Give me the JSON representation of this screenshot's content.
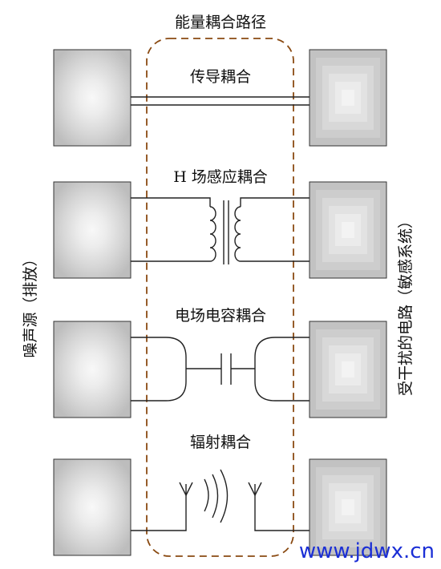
{
  "title": "能量耦合路径",
  "left_label": "噪声源（排放）",
  "right_label": "受干扰的电路（敏感系统）",
  "couplings": [
    {
      "label": "传导耦合",
      "icon": "conductor-lines-icon"
    },
    {
      "label": "H 场感应耦合",
      "icon": "transformer-icon"
    },
    {
      "label": "电场电容耦合",
      "icon": "capacitor-icon"
    },
    {
      "label": "辐射耦合",
      "icon": "antenna-wave-icon"
    }
  ],
  "watermark": "www.jdwx.cn",
  "colors": {
    "title": "#8a4a12",
    "path_border": "#8a4a12",
    "left_label": "#e0201e",
    "right_label": "#1b2fd6",
    "watermark": "#1b2fd6",
    "box_border": "#333333"
  }
}
